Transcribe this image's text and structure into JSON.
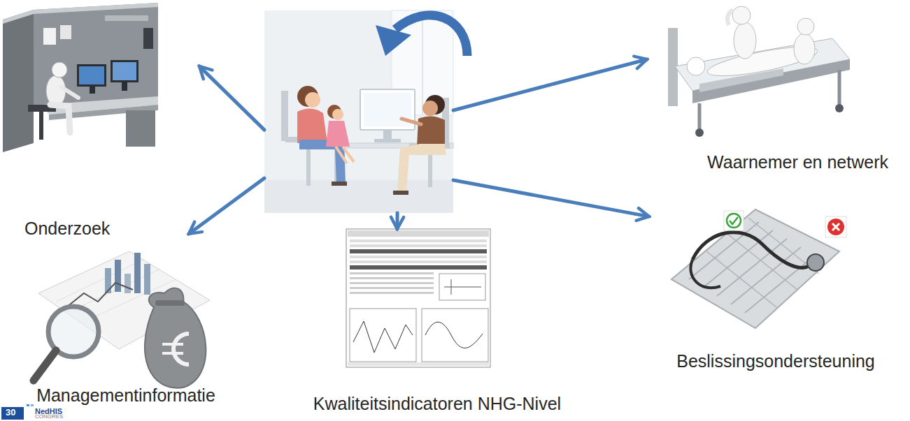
{
  "diagram": {
    "nodes": [
      {
        "text": [
          "Onderzoek"
        ]
      },
      {
        "text": []
      },
      {
        "text": [
          "Waarnemer en netwerk"
        ]
      },
      {
        "text": [
          "Beslissingsondersteuning"
        ]
      },
      {
        "text": [
          "Managementinformatie"
        ]
      },
      {
        "text": [
          "Kwaliteitsindicatoren NHG-Nivel"
        ]
      }
    ],
    "edges": [
      {
        "from": 1,
        "to": 0,
        "arrow": "to"
      },
      {
        "from": 1,
        "to": 2,
        "arrow": "to"
      },
      {
        "from": 1,
        "to": 3,
        "arrow": "to"
      },
      {
        "from": 1,
        "to": 4,
        "arrow": "to"
      },
      {
        "from": 1,
        "to": 5,
        "arrow": "to"
      }
    ],
    "labels": [
      "NedHIS",
      "30",
      "CONGRES"
    ]
  }
}
